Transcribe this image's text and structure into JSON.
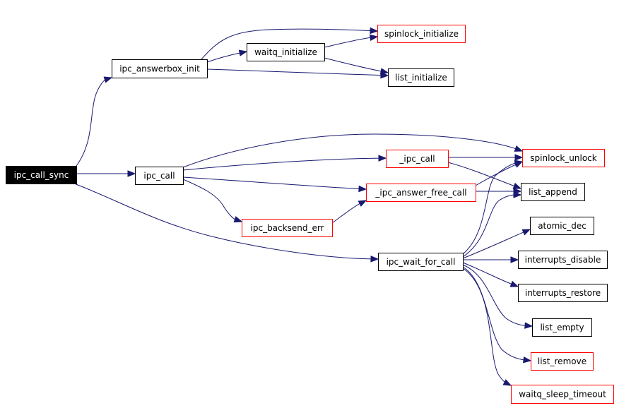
{
  "graph": {
    "colors": {
      "root_fill": "#000000",
      "root_text": "#ffffff",
      "node_fill": "#ffffff",
      "node_text": "#000000",
      "border_linked": "#000000",
      "border_unlinked": "#ff0000",
      "edge": "#191970"
    },
    "nodes": [
      {
        "id": "ipc_call_sync",
        "label": "ipc_call_sync",
        "style": "root"
      },
      {
        "id": "ipc_answerbox_init",
        "label": "ipc_answerbox_init",
        "style": "black"
      },
      {
        "id": "ipc_call",
        "label": "ipc_call",
        "style": "black"
      },
      {
        "id": "ipc_wait_for_call",
        "label": "ipc_wait_for_call",
        "style": "black"
      },
      {
        "id": "waitq_initialize",
        "label": "waitq_initialize",
        "style": "black"
      },
      {
        "id": "spinlock_initialize",
        "label": "spinlock_initialize",
        "style": "red"
      },
      {
        "id": "list_initialize",
        "label": "list_initialize",
        "style": "black"
      },
      {
        "id": "_ipc_call",
        "label": "_ipc_call",
        "style": "red"
      },
      {
        "id": "_ipc_answer_free_call",
        "label": "_ipc_answer_free_call",
        "style": "red"
      },
      {
        "id": "ipc_backsend_err",
        "label": "ipc_backsend_err",
        "style": "red"
      },
      {
        "id": "spinlock_unlock",
        "label": "spinlock_unlock",
        "style": "red"
      },
      {
        "id": "list_append",
        "label": "list_append",
        "style": "black"
      },
      {
        "id": "atomic_dec",
        "label": "atomic_dec",
        "style": "black"
      },
      {
        "id": "interrupts_disable",
        "label": "interrupts_disable",
        "style": "black"
      },
      {
        "id": "interrupts_restore",
        "label": "interrupts_restore",
        "style": "black"
      },
      {
        "id": "list_empty",
        "label": "list_empty",
        "style": "black"
      },
      {
        "id": "list_remove",
        "label": "list_remove",
        "style": "red"
      },
      {
        "id": "waitq_sleep_timeout",
        "label": "waitq_sleep_timeout",
        "style": "red"
      }
    ],
    "edges": [
      {
        "from": "ipc_call_sync",
        "to": "ipc_answerbox_init"
      },
      {
        "from": "ipc_call_sync",
        "to": "ipc_call"
      },
      {
        "from": "ipc_call_sync",
        "to": "ipc_wait_for_call"
      },
      {
        "from": "ipc_answerbox_init",
        "to": "spinlock_initialize"
      },
      {
        "from": "ipc_answerbox_init",
        "to": "waitq_initialize"
      },
      {
        "from": "ipc_answerbox_init",
        "to": "list_initialize"
      },
      {
        "from": "waitq_initialize",
        "to": "spinlock_initialize"
      },
      {
        "from": "waitq_initialize",
        "to": "list_initialize"
      },
      {
        "from": "ipc_call",
        "to": "spinlock_unlock"
      },
      {
        "from": "ipc_call",
        "to": "_ipc_call"
      },
      {
        "from": "ipc_call",
        "to": "_ipc_answer_free_call"
      },
      {
        "from": "ipc_call",
        "to": "ipc_backsend_err"
      },
      {
        "from": "_ipc_call",
        "to": "spinlock_unlock"
      },
      {
        "from": "_ipc_call",
        "to": "list_append"
      },
      {
        "from": "_ipc_answer_free_call",
        "to": "spinlock_unlock"
      },
      {
        "from": "_ipc_answer_free_call",
        "to": "list_append"
      },
      {
        "from": "ipc_backsend_err",
        "to": "_ipc_answer_free_call"
      },
      {
        "from": "ipc_wait_for_call",
        "to": "spinlock_unlock"
      },
      {
        "from": "ipc_wait_for_call",
        "to": "list_append"
      },
      {
        "from": "ipc_wait_for_call",
        "to": "atomic_dec"
      },
      {
        "from": "ipc_wait_for_call",
        "to": "interrupts_disable"
      },
      {
        "from": "ipc_wait_for_call",
        "to": "interrupts_restore"
      },
      {
        "from": "ipc_wait_for_call",
        "to": "list_empty"
      },
      {
        "from": "ipc_wait_for_call",
        "to": "list_remove"
      },
      {
        "from": "ipc_wait_for_call",
        "to": "waitq_sleep_timeout"
      }
    ]
  }
}
